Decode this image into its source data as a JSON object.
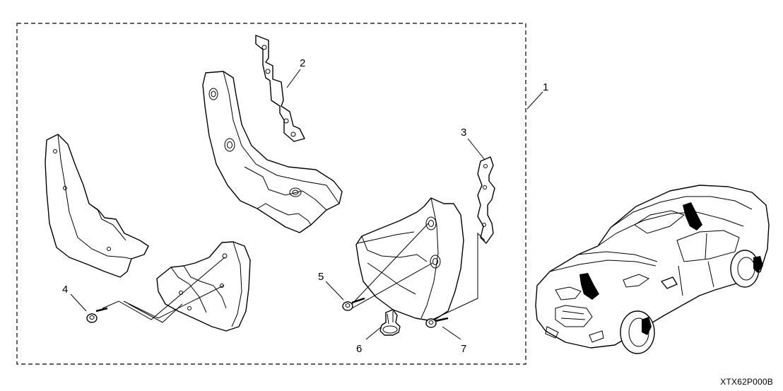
{
  "diagram": {
    "reference_code": "XTX62P000B",
    "callouts": [
      "1",
      "2",
      "3",
      "4",
      "5",
      "6",
      "7"
    ]
  }
}
